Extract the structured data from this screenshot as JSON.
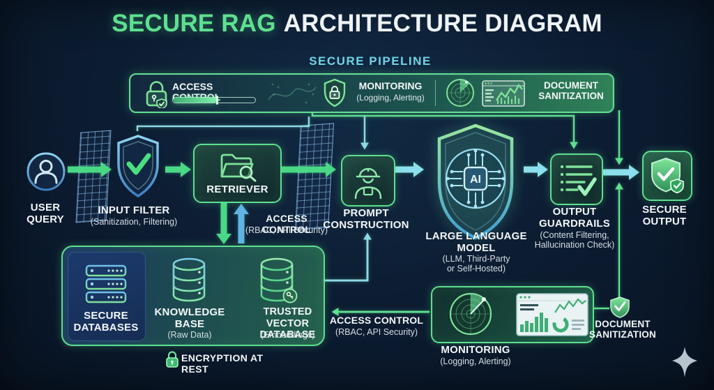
{
  "colors": {
    "background": "#0b1a2e",
    "accent_green": "#5ee08f",
    "accent_cyan": "#6fd6e8",
    "arrow_green": "#49d985",
    "arrow_cyan": "#8ce0ee",
    "arrow_blue": "#5fb4e6",
    "text_primary": "#f3f7f9",
    "text_secondary": "#d5dee4"
  },
  "title": {
    "highlight": "SECURE RAG",
    "rest": "ARCHITECTURE DIAGRAM"
  },
  "pipeline": {
    "heading": "SECURE PIPELINE",
    "access_control": {
      "label": "ACCESS CONTROL"
    },
    "monitoring": {
      "label": "MONITORING",
      "sub": "(Logging, Alerting)"
    },
    "document_sanitization": {
      "label": "DOCUMENT\nSANITIZATION"
    }
  },
  "flow": {
    "user_query": {
      "label": "USER\nQUERY"
    },
    "input_filter": {
      "label": "INPUT FILTER",
      "sub": "(Sanitization, Filtering)"
    },
    "retriever": {
      "label": "RETRIEVER"
    },
    "retrieval_access_control": {
      "label": "ACCESS CONTROL",
      "sub": "(RBAC, API Security)"
    },
    "prompt_construction": {
      "label": "PROMPT\nCONSTRUCTION"
    },
    "llm": {
      "label": "LARGE LANGUAGE\nMODEL",
      "sub": "(LLM, Third-Party\nor Self-Hosted)",
      "chip": "AI"
    },
    "output_guardrails": {
      "label": "OUTPUT\nGUARDRAILS",
      "sub": "(Content Filtering,\nHallucination Check)"
    },
    "secure_output": {
      "label": "SECURE\nOUTPUT"
    }
  },
  "storage": {
    "secure_databases": {
      "label": "SECURE\nDATABASES"
    },
    "knowledge_base": {
      "label": "KNOWLEDGE\nBASE",
      "sub": "(Raw Data)"
    },
    "trusted_vector_database": {
      "label": "TRUSTED\nVECTOR DATABASE",
      "sub": "(Embeddings)"
    },
    "encryption_at_rest": {
      "label": "ENCRYPTION AT REST"
    }
  },
  "bottom": {
    "db_access_control": {
      "label": "ACCESS CONTROL",
      "sub": "(RBAC, API Security)"
    },
    "monitoring": {
      "label": "MONITORING",
      "sub": "(Logging, Alerting)"
    },
    "document_sanitization": {
      "label": "DOCUMENT\nSANITIZATION"
    }
  },
  "icons": [
    "user-icon",
    "filter-mesh",
    "shield-check-icon",
    "folder-search-icon",
    "construction-worker-icon",
    "ai-shield-icon",
    "checklist-icon",
    "shield-badge-icon",
    "server-stack-icon",
    "database-icon",
    "database-key-icon",
    "padlock-icon",
    "shield-lock-icon",
    "radar-icon",
    "analytics-window-icon",
    "sparkle-icon"
  ]
}
